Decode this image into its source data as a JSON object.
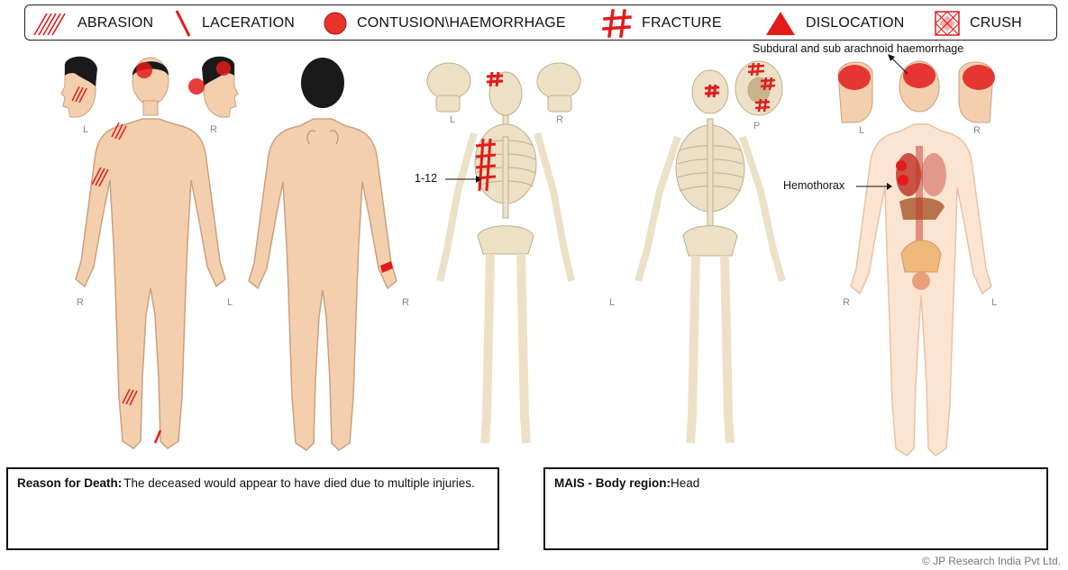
{
  "legend": {
    "items": [
      {
        "label": "ABRASION",
        "icon": "abrasion-icon"
      },
      {
        "label": "LACERATION",
        "icon": "laceration-icon"
      },
      {
        "label": "CONTUSION\\HAEMORRHAGE",
        "icon": "contusion-icon"
      },
      {
        "label": "FRACTURE",
        "icon": "fracture-icon"
      },
      {
        "label": "DISLOCATION",
        "icon": "dislocation-icon"
      },
      {
        "label": "CRUSH",
        "icon": "crush-icon"
      }
    ],
    "color": "#e31b1b"
  },
  "colors": {
    "skin": "#f4cfae",
    "skin_outline": "#caa080",
    "bone": "#ece1c6",
    "bone_outline": "#bfae8a",
    "hair": "#1a1a1a",
    "injury": "#e31b1b",
    "organ_red": "#c0392b",
    "organ_brown": "#b8734a"
  },
  "figures": {
    "head_left_label": "L",
    "head_right_label": "R",
    "front_body_label": "R",
    "front_body_label_2": "L",
    "back_body_label": "R",
    "skel_skull_left_label": "L",
    "skel_skull_right_label": "R",
    "skel_back_label": "L",
    "skull_top_label": "P",
    "brain_left_label": "L",
    "brain_right_label": "R",
    "organs_left_label": "R",
    "organs_right_label": "L"
  },
  "annotations": {
    "ribs": "1-12",
    "brain": "Subdural and sub arachnoid haemorrhage",
    "thorax": "Hemothorax"
  },
  "reason_box": {
    "label": "Reason for Death:",
    "text": "The deceased would appear to have died due to multiple injuries."
  },
  "mais_box": {
    "label": "MAIS - Body region:",
    "text": "Head"
  },
  "copyright": "© JP Research India Pvt Ltd."
}
